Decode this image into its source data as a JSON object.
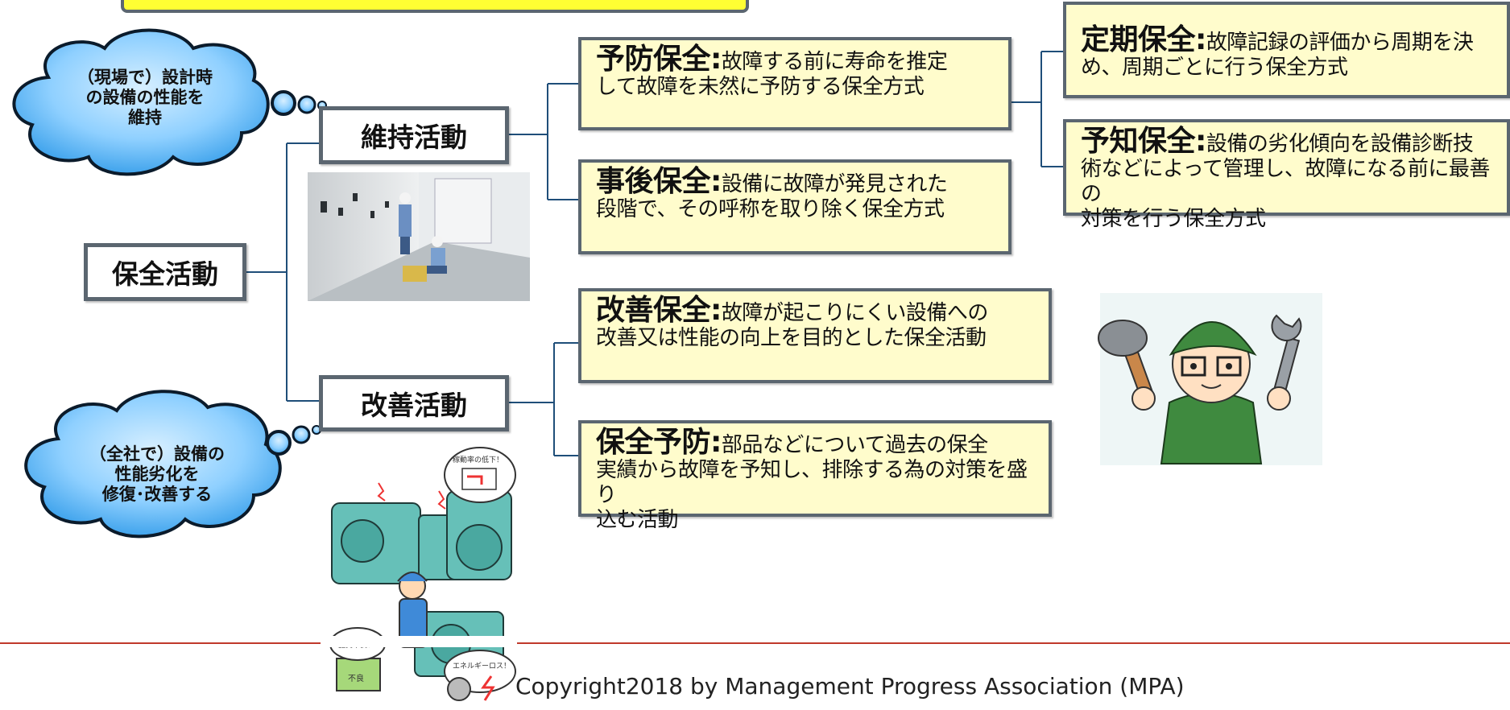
{
  "nodes": {
    "root": "保全活動",
    "maintain": "維持活動",
    "improve": "改善活動"
  },
  "clouds": {
    "top": [
      "（現場で）設計時",
      "の設備の性能を",
      "維持"
    ],
    "bottom": [
      "（全社で）設備の",
      "性能劣化を",
      "修復･改善する"
    ]
  },
  "boxes": {
    "preventive": {
      "term": "予防保全",
      "lines": [
        "故障する前に寿命を推定",
        "して故障を未然に予防する保全方式"
      ]
    },
    "breakdown": {
      "term": "事後保全",
      "lines": [
        "設備に故障が発見された",
        "段階で、その呼称を取り除く保全方式"
      ]
    },
    "periodic": {
      "term": "定期保全",
      "lines": [
        "故障記録の評価から周期を決",
        "め、周期ごとに行う保全方式"
      ]
    },
    "predictive": {
      "term": "予知保全",
      "lines": [
        "設備の劣化傾向を設備診断技",
        "術などによって管理し、故障になる前に最善の",
        "対策を行う保全方式"
      ]
    },
    "corrective": {
      "term": "改善保全",
      "lines": [
        "故障が起こりにくい設備への",
        "改善又は性能の向上を目的とした保全活動"
      ]
    },
    "prevention": {
      "term": "保全予防",
      "lines": [
        "部品などについて過去の保全",
        "実績から故障を予知し、排除する為の対策を盛り",
        "込む活動"
      ]
    }
  },
  "illustration_labels": {
    "sign_top": "稼動率の低下！",
    "sign_quality": "品質不良！",
    "sign_defect": "不良",
    "sign_energy": "エネルギーロス！"
  },
  "footer": "Copyright2018  by Management Progress Association (MPA)",
  "colors": {
    "box_fill": "#fffccc",
    "border": "#5b6670",
    "banner": "#ffff33",
    "cloud": "#3fa9f5",
    "footer_line": "#c0392b",
    "connector": "#1f4e79"
  }
}
